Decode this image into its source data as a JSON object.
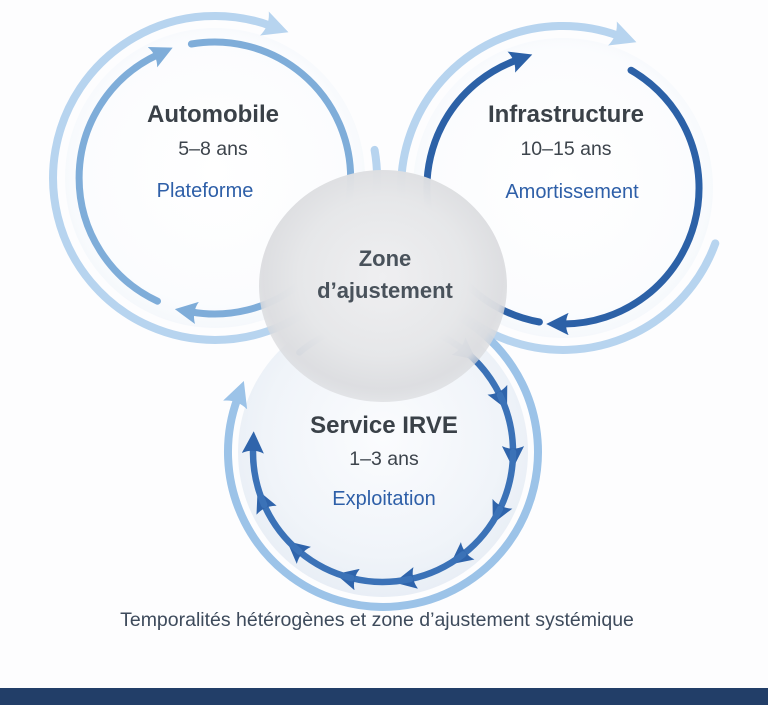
{
  "diagram": {
    "cycles": {
      "automobile": {
        "title": "Automobile",
        "duration": "5–8 ans",
        "label": "Plateforme"
      },
      "infrastructure": {
        "title": "Infrastructure",
        "duration": "10–15 ans",
        "label": "Amortissement"
      },
      "service_irve": {
        "title": "Service IRVE",
        "duration": "1–3 ans",
        "label": "Exploitation"
      }
    },
    "center_zone": {
      "line1": "Zone",
      "line2": "d’ajustement"
    },
    "caption": "Temporalités hétérogènes et zone d’ajustement systémique",
    "colors": {
      "arc_light_blue": "#b7d4ef",
      "arc_mid_blue": "#7fadd9",
      "arc_dark_blue": "#2c61a7",
      "arc_chain_blue": "#3b72b7",
      "label_blue": "#2e5fa8",
      "heading_dark": "#3a4148",
      "center_gray_fill": "#e3e4e6",
      "caption_text": "#3e4b5c",
      "footer_navy": "#223e68"
    }
  }
}
